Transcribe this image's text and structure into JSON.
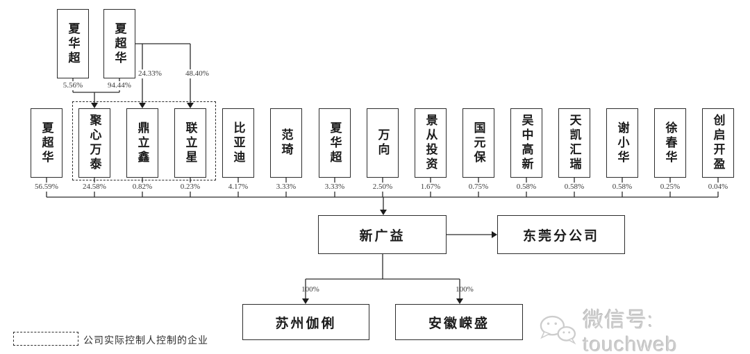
{
  "top_owners": [
    {
      "name": "夏华超",
      "pct": "5.56%"
    },
    {
      "name": "夏超华",
      "pct": "94.44%"
    }
  ],
  "indirect_links": [
    {
      "pct": "24.33%"
    },
    {
      "pct": "48.40%"
    }
  ],
  "shareholders": [
    {
      "name": "夏超华",
      "pct": "56.59%"
    },
    {
      "name": "聚心万泰",
      "pct": "24.58%"
    },
    {
      "name": "鼎立鑫",
      "pct": "0.82%"
    },
    {
      "name": "联立星",
      "pct": "0.23%"
    },
    {
      "name": "比亚迪",
      "pct": "4.17%"
    },
    {
      "name": "范琦",
      "pct": "3.33%"
    },
    {
      "name": "夏华超",
      "pct": "3.33%"
    },
    {
      "name": "万向",
      "pct": "2.50%"
    },
    {
      "name": "景从投资",
      "pct": "1.67%"
    },
    {
      "name": "国元保",
      "pct": "0.75%"
    },
    {
      "name": "吴中高新",
      "pct": "0.58%"
    },
    {
      "name": "天凯汇瑞",
      "pct": "0.58%"
    },
    {
      "name": "谢小华",
      "pct": "0.58%"
    },
    {
      "name": "徐春华",
      "pct": "0.25%"
    },
    {
      "name": "创启开盈",
      "pct": "0.04%"
    }
  ],
  "company": {
    "name": "新广益"
  },
  "branch": {
    "name": "东莞分公司"
  },
  "subsidiaries": [
    {
      "name": "苏州伽俐",
      "pct": "100%"
    },
    {
      "name": "安徽嵘盛",
      "pct": "100%"
    }
  ],
  "legend": {
    "label": "公司实际控制人控制的企业"
  },
  "watermark": {
    "text": "微信号: touchweb"
  },
  "colors": {
    "line": "#2b2b2b",
    "watermark": "#cdcdcd",
    "background": "#ffffff"
  }
}
